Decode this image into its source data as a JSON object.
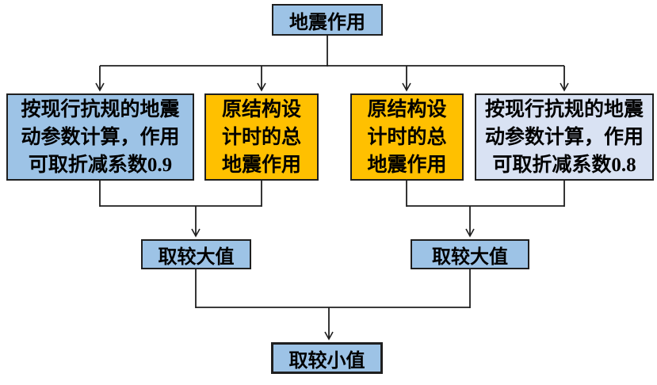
{
  "boxes": {
    "root": {
      "label": "地震作用"
    },
    "left_outer": {
      "line1": "按现行抗规的地震",
      "line2": "动参数计算，作用",
      "line3": "可取折减系数",
      "factor": "0.9"
    },
    "left_inner": {
      "line1": "原结构设",
      "line2": "计时的总",
      "line3": "地震作用"
    },
    "right_inner": {
      "line1": "原结构设",
      "line2": "计时的总",
      "line3": "地震作用"
    },
    "right_outer": {
      "line1": "按现行抗规的地震",
      "line2": "动参数计算，作用",
      "line3": "可取折减系数",
      "factor": "0.8"
    },
    "take_larger_left": {
      "label": "取较大值"
    },
    "take_larger_right": {
      "label": "取较大值"
    },
    "take_smaller": {
      "label": "取较小值"
    }
  },
  "colors": {
    "light_blue": "#9DC3E6",
    "orange": "#FFC000",
    "pale_blue": "#D9E2F3",
    "line": "#1F1F1F"
  }
}
